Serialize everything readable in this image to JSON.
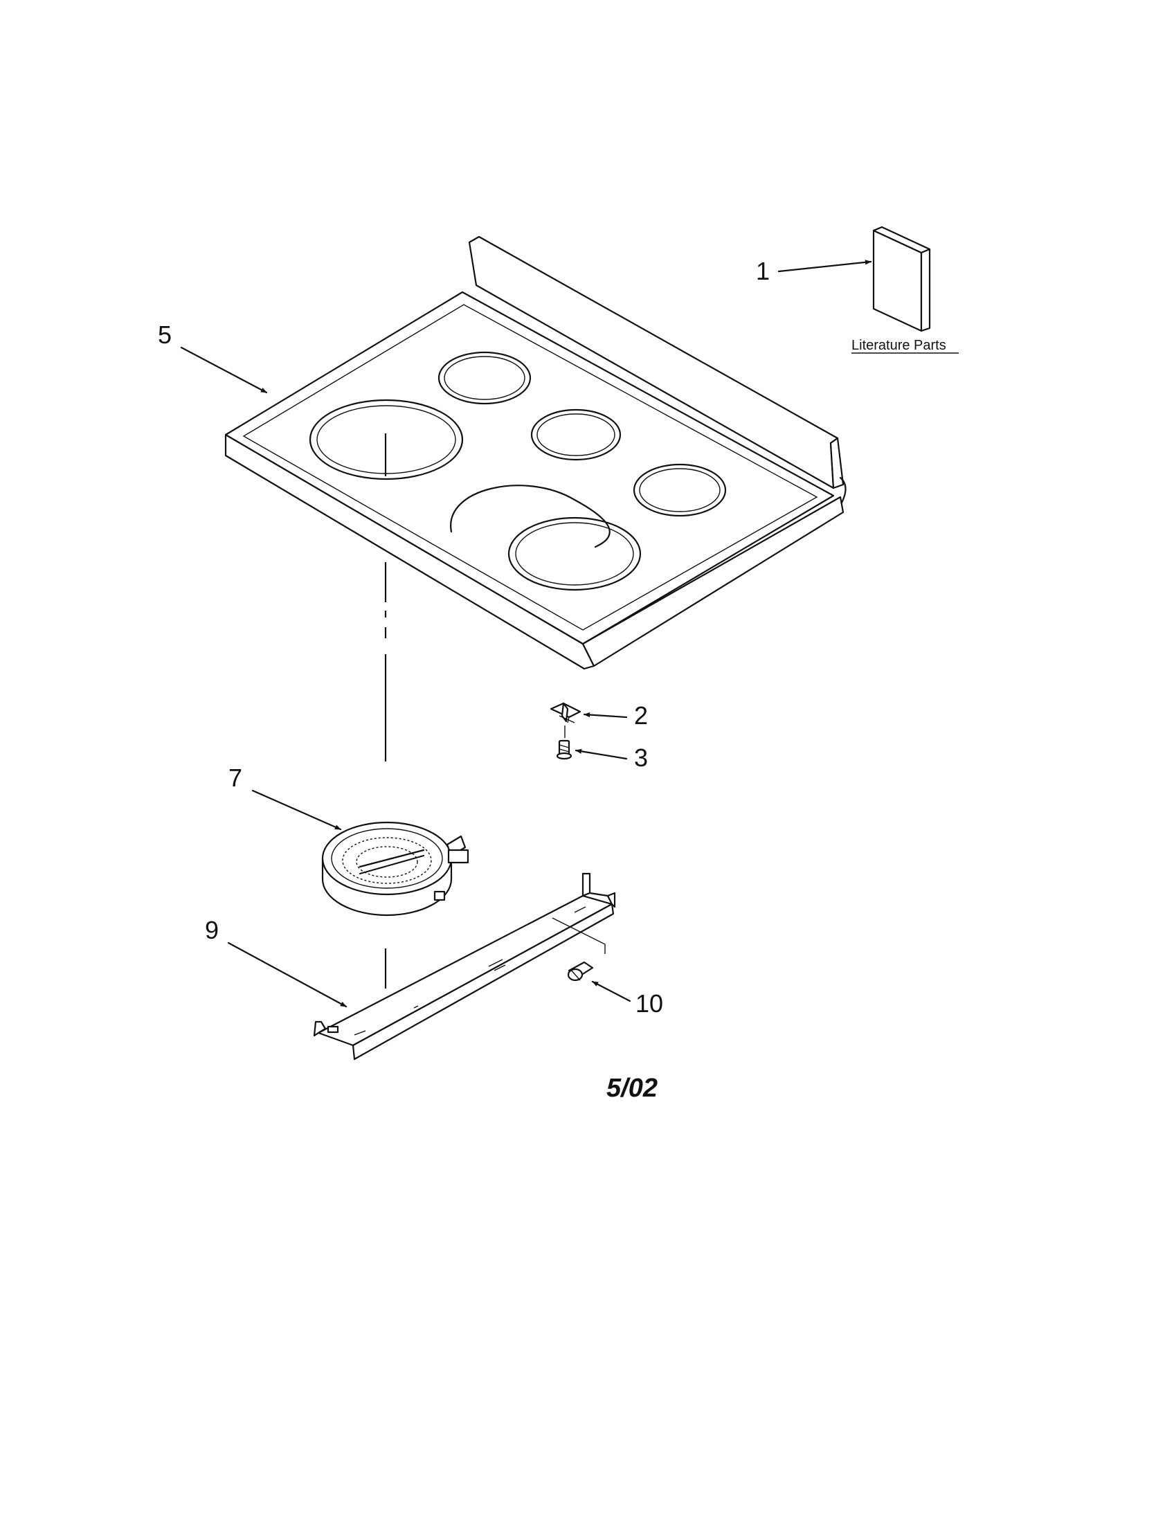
{
  "callouts": {
    "c1": "1",
    "c2": "2",
    "c3": "3",
    "c5": "5",
    "c7": "7",
    "c9": "9",
    "c10": "10"
  },
  "literature_label": "Literature Parts",
  "date_stamp": "5/02"
}
